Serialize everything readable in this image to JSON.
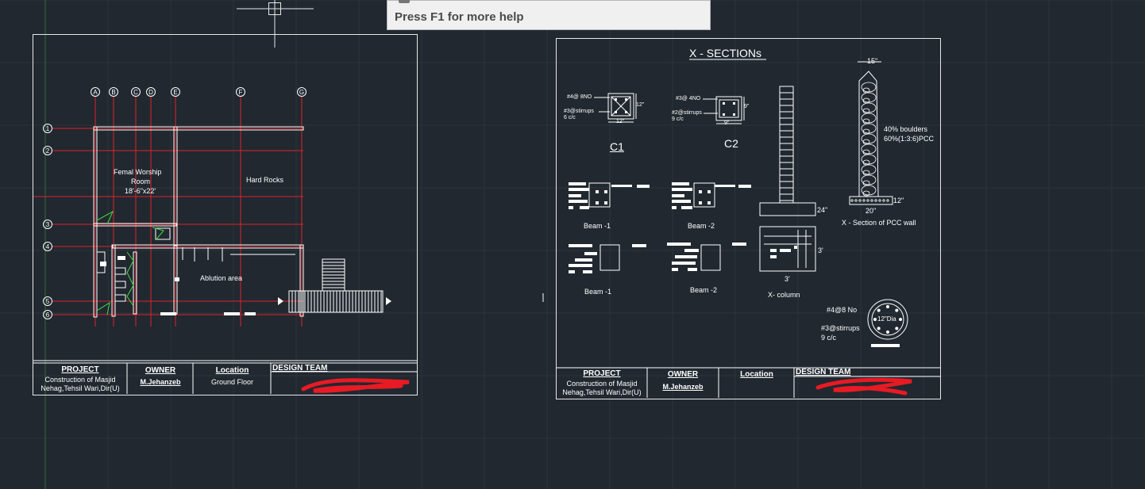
{
  "tooltip": {
    "text": "Press F1 for more help"
  },
  "colors": {
    "background": "#212830",
    "grid": "#2c333c",
    "axis_x": "#6b2f2f",
    "axis_y": "#2f6b3a",
    "red": "#e0222a",
    "white": "#ffffff"
  },
  "plan": {
    "grid_letters": [
      "A",
      "B",
      "C",
      "D",
      "E",
      "F",
      "G"
    ],
    "grid_numbers": [
      "1",
      "2",
      "3",
      "4",
      "5",
      "6"
    ],
    "room_labels": [
      "Femal Worship",
      "Room",
      "18'-6\"x22'"
    ],
    "hard_rocks": "Hard Rocks",
    "ablution": "Ablution area",
    "title_block": {
      "project_h": "PROJECT",
      "project_1": "Construction of Masjid",
      "project_2": "Nehag,Tehsil Wari,Dir(U)",
      "owner_h": "OWNER",
      "owner_v": "M.Jehanzeb",
      "location_h": "Location",
      "location_v": "Ground Floor",
      "team_h": "DESIGN TEAM"
    }
  },
  "sections": {
    "title": "X - SECTIONs",
    "c1": {
      "name": "C1",
      "label_1": "#4@ 8NO",
      "label_2": "#3@stirrups",
      "label_3": "6 c/c",
      "dim_r": "12\"",
      "dim_b": "12\""
    },
    "c2": {
      "name": "C2",
      "label_1": "#3@ 4NO",
      "label_2": "#2@stirrups",
      "label_3": "9 c/c",
      "dim_r": "9\"",
      "dim_b": "9\""
    },
    "beam_1": "Beam -1",
    "beam_2": "Beam -2",
    "beam_1b": "Beam -1",
    "beam_2b": "Beam -2",
    "footing_w": "24\"",
    "pcc": {
      "top": "15\"",
      "l1": "40% boulders",
      "l2": "60%(1:3:6)PCC",
      "right": "12\"",
      "bottom": "20\"",
      "caption": "X - Section of PCC wall"
    },
    "xcol": {
      "side": "3'",
      "bottom": "3'",
      "caption": "X- column"
    },
    "round": {
      "l1": "#4@8 No",
      "l2": "#3@stirrups",
      "l3": "9 c/c",
      "dia": "12\"Dia"
    },
    "title_block": {
      "project_h": "PROJECT",
      "project_1": "Construction of Masjid",
      "project_2": "Nehag,Tehsil Wari,Dir(U)",
      "owner_h": "OWNER",
      "owner_v": "M.Jehanzeb",
      "location_h": "Location",
      "team_h": "DESIGN TEAM"
    }
  }
}
